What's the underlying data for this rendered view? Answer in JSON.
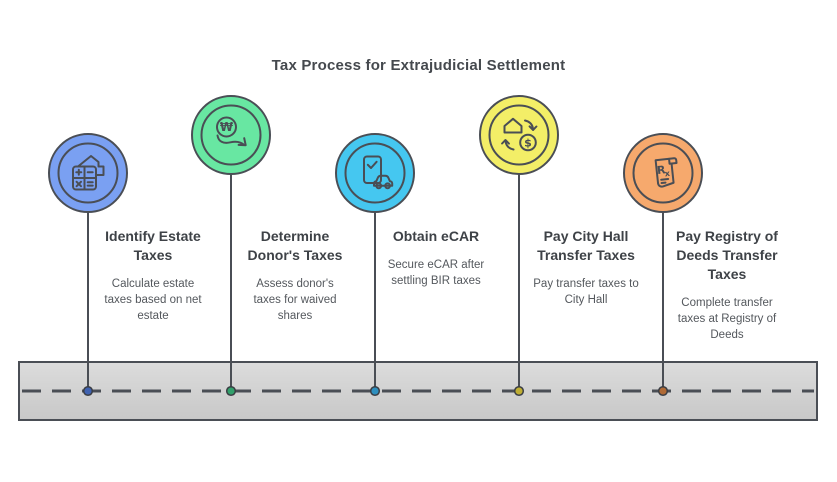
{
  "title": "Tax Process for Extrajudicial Settlement",
  "colors": {
    "outline": "#4a4e55",
    "road_top": "#dcdcdc",
    "road_bottom": "#c8c8c8",
    "background": "#ffffff"
  },
  "glyphs": {
    "won": "₩",
    "dollar": "$",
    "rx_r": "R",
    "rx_x": "x"
  },
  "steps": [
    {
      "title": "Identify Estate\nTaxes",
      "description": "Calculate estate\ntaxes based on net\nestate",
      "icon": "house-calculator-icon",
      "color": "#7aa0f2",
      "dot_color": "#3f62b1"
    },
    {
      "title": "Determine\nDonor's Taxes",
      "description": "Assess donor's\ntaxes for waived\nshares",
      "icon": "won-decline-icon",
      "color": "#68e7a2",
      "dot_color": "#31a06b"
    },
    {
      "title": "Obtain eCAR",
      "description": "Secure eCAR after\nsettling BIR taxes",
      "icon": "phone-car-icon",
      "color": "#45c7f0",
      "dot_color": "#2e8fbf"
    },
    {
      "title": "Pay City Hall\nTransfer Taxes",
      "description": "Pay transfer taxes to\nCity Hall",
      "icon": "house-dollar-exchange-icon",
      "color": "#f3ee67",
      "dot_color": "#bfae33"
    },
    {
      "title": "Pay Registry of\nDeeds Transfer\nTaxes",
      "description": "Complete transfer\ntaxes at Registry of\nDeeds",
      "icon": "rx-scroll-icon",
      "color": "#f6a96d",
      "dot_color": "#b06a35"
    }
  ]
}
